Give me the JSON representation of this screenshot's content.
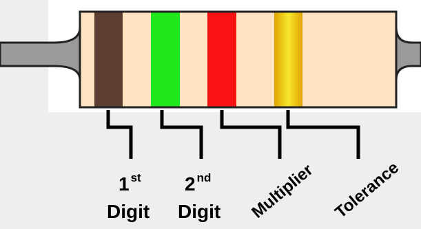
{
  "resistor": {
    "body_color": "#fde3bf",
    "lead_color": "#9a9a9a",
    "outline_color": "#222222",
    "bands": [
      {
        "name": "band-1-brown",
        "color": "#5b3d32"
      },
      {
        "name": "band-2-green",
        "color": "#1ee81b"
      },
      {
        "name": "band-3-red",
        "color": "#fb1111"
      },
      {
        "name": "band-4-gold",
        "gradient": [
          "#e0a300",
          "#f7e82c",
          "#e0a300"
        ]
      }
    ]
  },
  "labels": {
    "first_digit": {
      "num": "1",
      "sup": "st",
      "word": "Digit"
    },
    "second_digit": {
      "num": "2",
      "sup": "nd",
      "word": "Digit"
    },
    "multiplier": "Multiplier",
    "tolerance": "Tolerance"
  }
}
